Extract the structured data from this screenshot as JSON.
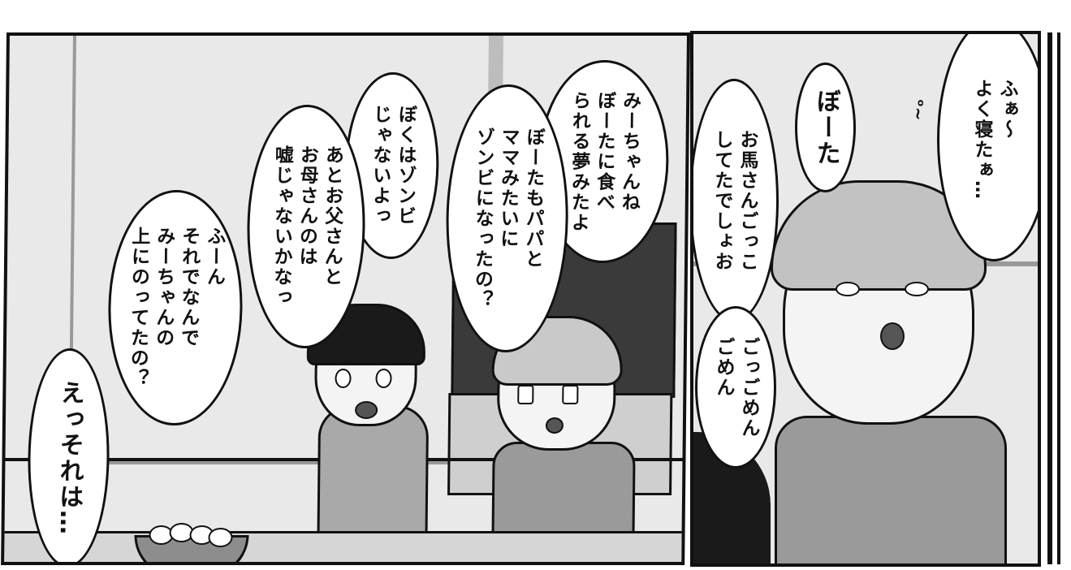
{
  "left_panel": {
    "bubbles": {
      "mi_dream": "みーちゃんね\nぼーたに食べ\nられる夢みたよ",
      "bota_zombie": "ぼーたもパパと\nママみたいに\nゾンビになったの？",
      "boku_zombie": "ぼくはゾンビ\nじゃないよっ",
      "parents_lie": "あとお父さんと\nお母さんのは\n嘘じゃないかなっ",
      "fuun": "ふーん\nそれでなんで\nみーちゃんの\n上にのってたの？",
      "e_sore": "えっそれは…"
    }
  },
  "right_panel": {
    "bubbles": {
      "fua": "ふぁ〜\nよく寝たぁ…",
      "bota": "ぼーた",
      "ouma": "お馬さんごっこ\nしてたでしょお",
      "gogomen": "ごっごめん\nごめん"
    },
    "small_text": "ᵒ~"
  }
}
